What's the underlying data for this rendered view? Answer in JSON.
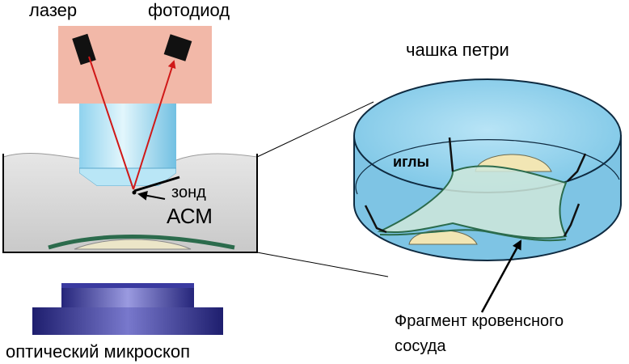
{
  "labels": {
    "laser": "лазер",
    "photodiode": "фотодиод",
    "probe_line1": "зонд",
    "probe_line2": "АСМ",
    "microscope": "оптический микроскоп",
    "petri_dish": "чашка петри",
    "needles": "иглы",
    "fragment_line1": "Фрагмент кровенсного",
    "fragment_line2": "сосуда"
  },
  "colors": {
    "laser_housing": "#f2b8a8",
    "objective_light": "#c8ecf8",
    "objective_mid": "#7cc8e8",
    "beam": "#d01818",
    "medium": "#d4d4d4",
    "dish_fill": "#8fd0ec",
    "dish_rim": "#0e2a40",
    "microscope_dark": "#2a2a80",
    "microscope_light": "#8c8cd8",
    "tissue_edge": "#2b6b4c"
  }
}
